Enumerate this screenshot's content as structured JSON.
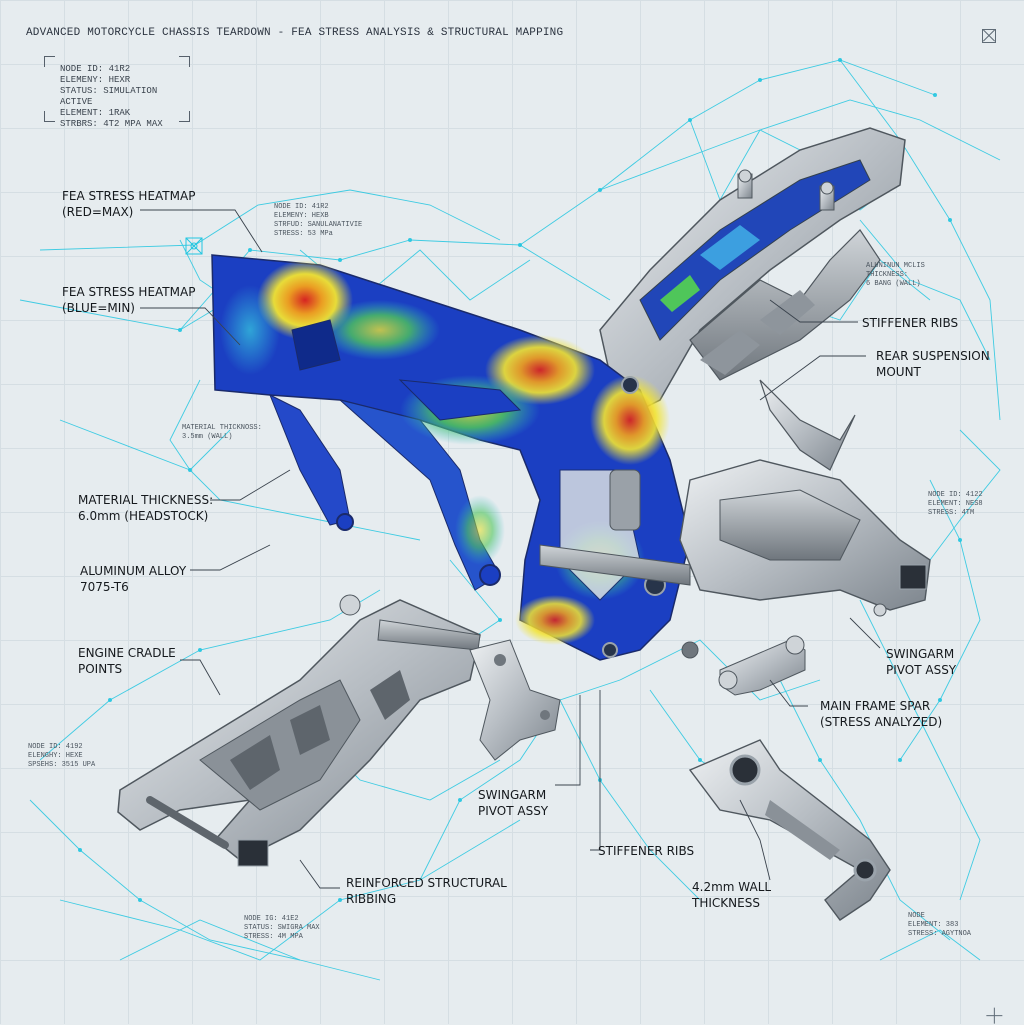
{
  "header": {
    "title": "ADVANCED MOTORCYCLE CHASSIS TEARDOWN - FEA STRESS ANALYSIS & STRUCTURAL MAPPING"
  },
  "info_panel": {
    "lines": [
      "NODE ID: 41R2",
      "ELEMENY: HEXR",
      "STATUS: SIMULATION ACTIVE",
      "ELEMENT: 1RAK",
      "STRBRS: 4T2 MPA MAX"
    ]
  },
  "notes": {
    "n1": [
      "NODE ID: 41R2",
      "ELEMENY: HEXB",
      "STRFUD: SANULANATIVIE",
      "STRESS: 53 MPa"
    ],
    "n2": [
      "MATERIAL THICKNOSS:",
      "3.5mm (WALL)"
    ],
    "n3": [
      "ALUNINUN MCLIS",
      "THICKNESS:",
      "6 BANG (WALL)"
    ],
    "n4": [
      "NODE ID: 4122",
      "ELEMENT: NES8",
      "STRESS: 4TM"
    ],
    "n5": [
      "NODE ID: 4192",
      "ELENGHY: HEXE",
      "SPSEHS: 3515 UPA"
    ],
    "n6": [
      "NODE IG: 41E2",
      "STATUS: SWIGRA MAX",
      "STRESS: 4M MPA"
    ],
    "n7": [
      "NODE",
      "ELEMENT: 383",
      "STRESS: AGYTNOA"
    ]
  },
  "callouts": {
    "heatmap_max": [
      "FEA STRESS HEATMAP",
      "(RED=MAX)"
    ],
    "heatmap_min": [
      "FEA STRESS HEATMAP",
      "(BLUE=MIN)"
    ],
    "material_thickness": [
      "MATERIAL THICKNESS:",
      "6.0mm (HEADSTOCK)"
    ],
    "alloy": [
      "ALUMINUM ALLOY",
      "7075-T6"
    ],
    "engine_cradle": [
      "ENGINE CRADLE",
      "POINTS"
    ],
    "stiffener_ribs_right": [
      "STIFFENER RIBS"
    ],
    "rear_suspension": [
      "REAR SUSPENSION",
      "MOUNT"
    ],
    "swingarm_pivot_right": [
      "SWINGARM",
      "PIVOT ASSY"
    ],
    "main_frame_spar": [
      "MAIN FRAME SPAR",
      "(STRESS ANALYZED)"
    ],
    "swingarm_pivot_center": [
      "SWINGARM",
      "PIVOT ASSY"
    ],
    "stiffener_ribs_bottom": [
      "STIFFENER RIBS"
    ],
    "reinforced_ribbing": [
      "REINFORCED STRUCTURAL",
      "RIBBING"
    ],
    "wall_thickness": [
      "4.2mm WALL",
      "THICKNESS"
    ]
  },
  "colors": {
    "background": "#e6ecef",
    "wireframe": "#22c6e0",
    "stress_max": "#e0231a",
    "stress_min": "#1b3fc2",
    "metal": "#b9bec4"
  }
}
